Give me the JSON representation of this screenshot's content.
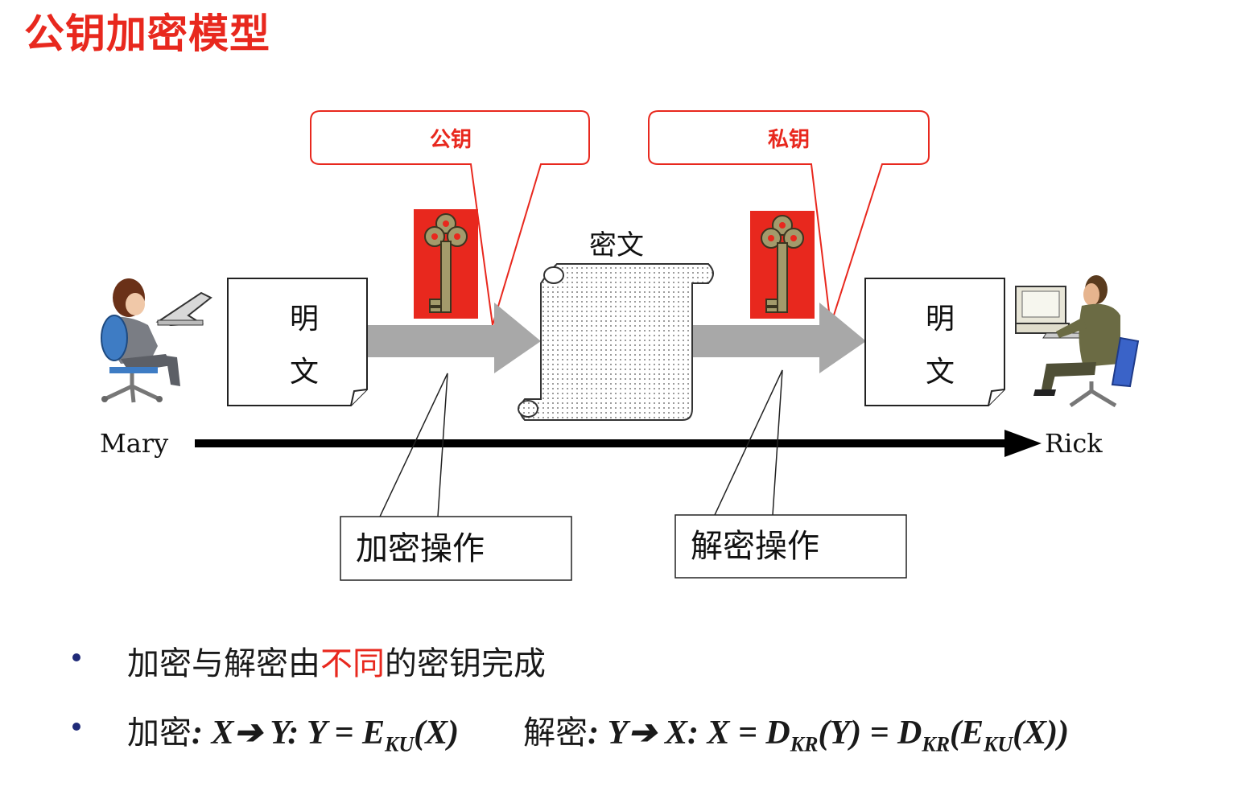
{
  "title": "公钥加密模型",
  "diagram": {
    "public_key_label": "公钥",
    "private_key_label": "私钥",
    "ciphertext_label": "密文",
    "plaintext_left": [
      "明",
      "文"
    ],
    "plaintext_right": [
      "明",
      "文"
    ],
    "sender": "Mary",
    "receiver": "Rick",
    "encrypt_op": "加密操作",
    "decrypt_op": "解密操作",
    "colors": {
      "accent_red": "#e8281e",
      "arrow_gray": "#a8a8a8",
      "key_bg": "#e8281e"
    },
    "icons": [
      "woman-at-laptop-icon",
      "key-icon",
      "scroll-icon",
      "man-at-computer-icon"
    ]
  },
  "bullets": {
    "item1": {
      "before": "加密与解密由",
      "highlight": "不同",
      "after": "的密钥完成"
    },
    "item2": {
      "enc_label": "加密",
      "enc_formula": ": X➔ Y: Y = E",
      "enc_sub": "KU",
      "enc_tail": "(X)",
      "dec_label": "解密",
      "dec_formula_a": ": Y➔ X: X = D",
      "dec_sub_a": "KR",
      "dec_formula_b": "(Y) = D",
      "dec_sub_b": "KR",
      "dec_formula_c": "(E",
      "dec_sub_c": "KU",
      "dec_formula_d": "(X))"
    }
  }
}
